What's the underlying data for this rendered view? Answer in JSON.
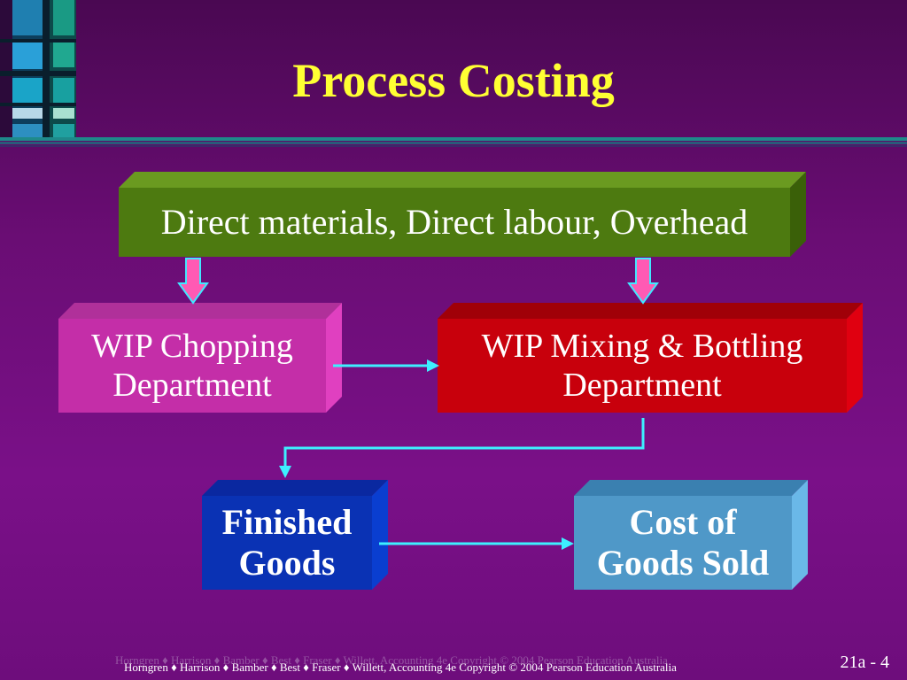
{
  "title": "Process Costing",
  "boxes": {
    "inputs": {
      "label": "Direct materials, Direct labour, Overhead",
      "color": "#4d7a10"
    },
    "chopping": {
      "label": "WIP Chopping\nDepartment",
      "color": "#c42ea8"
    },
    "mixing": {
      "label": "WIP Mixing & Bottling\nDepartment",
      "color": "#c8000c"
    },
    "finished": {
      "label": "Finished\nGoods",
      "color": "#0a32b4"
    },
    "cogs": {
      "label": "Cost of\nGoods Sold",
      "color": "#4f98c8"
    }
  },
  "colors": {
    "title": "#ffff33",
    "arrow_line": "#3df0ff",
    "down_arrow_fill": "#ff5ab4",
    "down_arrow_outline": "#40e8ff",
    "divider": "#1e8a8a"
  },
  "footer": {
    "text": "Horngren ♦ Harrison ♦ Bamber ♦ Best ♦ Fraser ♦ Willett, Accounting 4e Copyright © 2004 Pearson Education Australia",
    "page": "21a - 4"
  }
}
